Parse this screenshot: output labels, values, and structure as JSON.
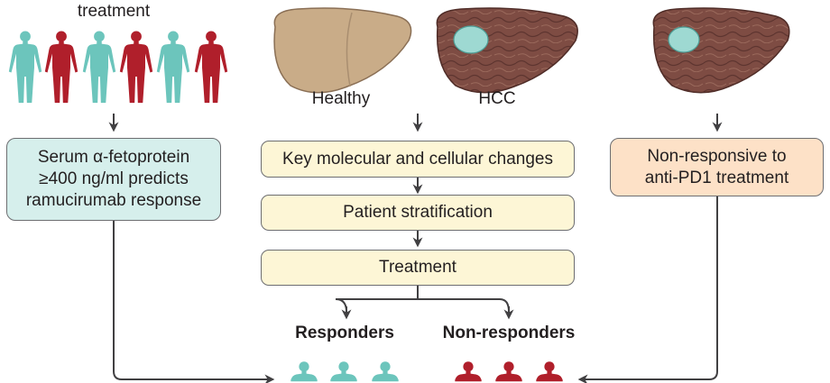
{
  "left_panel": {
    "header": "treatment",
    "box_text": "Serum α-fetoprotein\n≥400 ng/ml predicts\nramucirumab response",
    "figure_colors": [
      "teal",
      "red",
      "teal",
      "red",
      "teal",
      "red"
    ]
  },
  "center_panel": {
    "healthy_label": "Healthy",
    "hcc_label": "HCC",
    "steps": [
      "Key molecular and cellular changes",
      "Patient stratification",
      "Treatment"
    ],
    "responders_label": "Responders",
    "non_responders_label": "Non-responders"
  },
  "right_panel": {
    "box_text": "Non-responsive to\nanti-PD1 treatment"
  },
  "colors": {
    "teal": "#6cc5bc",
    "red": "#b01f2b",
    "liver_healthy": "#c9ac88",
    "liver_diseased": "#7e4c43",
    "tumor": "#9ed9d2",
    "arrow": "#414042"
  }
}
